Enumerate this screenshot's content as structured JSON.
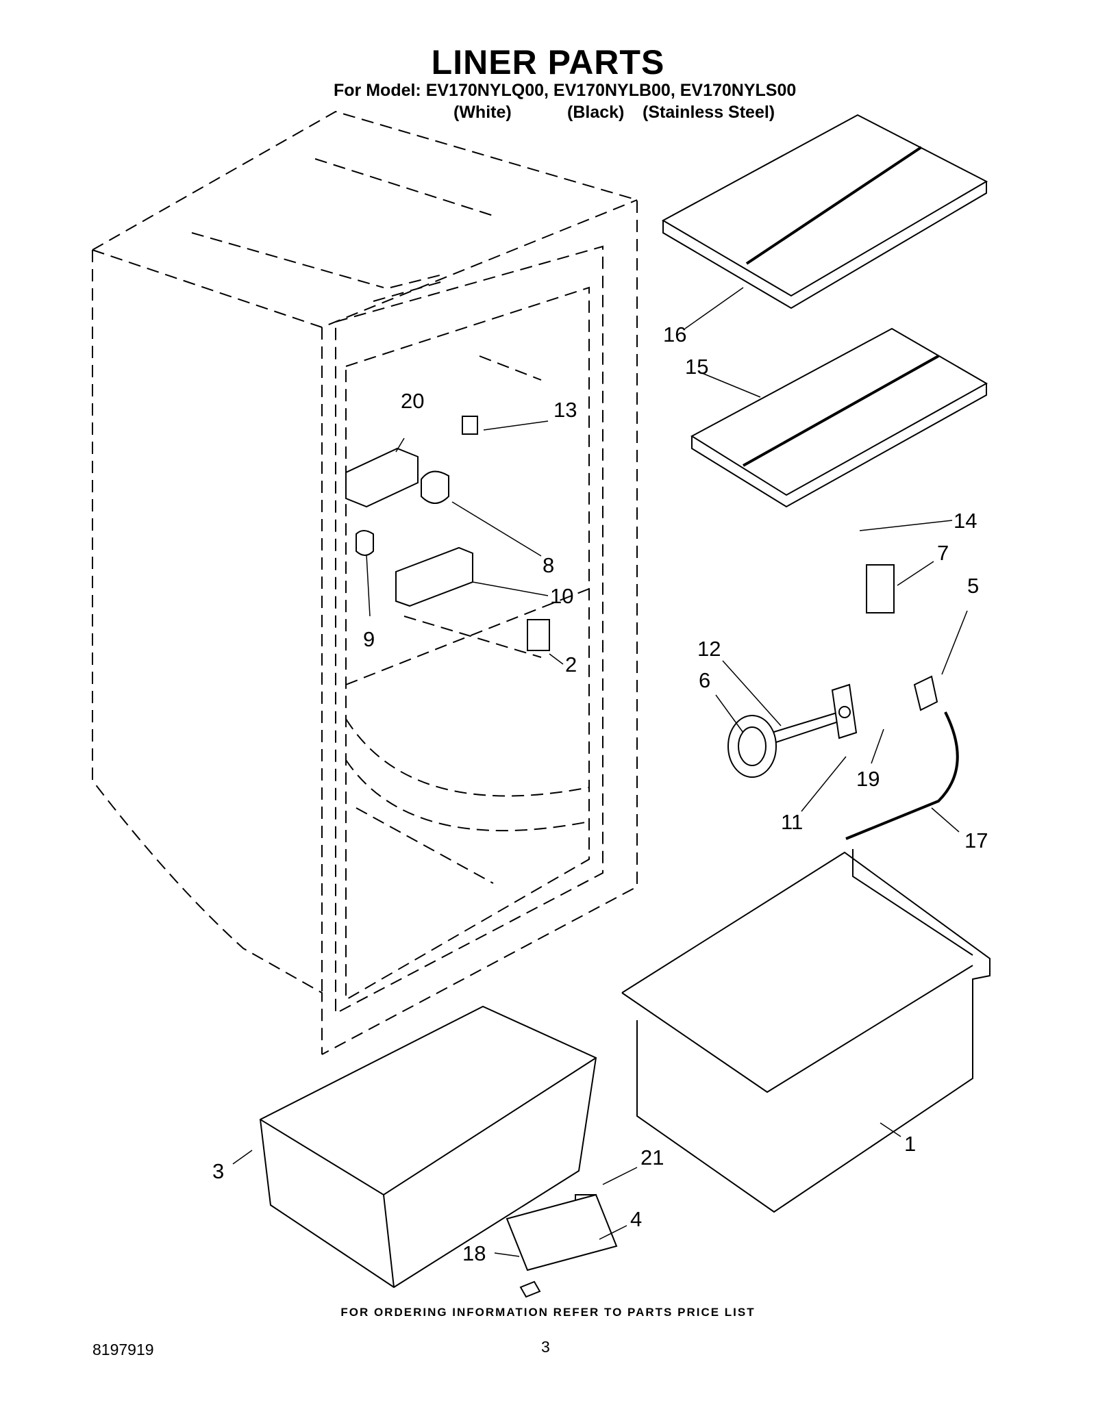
{
  "header": {
    "title": "LINER PARTS",
    "model_line": "For Model: EV170NYLQ00, EV170NYLB00, EV170NYLS00",
    "variants": [
      "(White)",
      "(Black)",
      "(Stainless Steel)"
    ]
  },
  "callouts": [
    "16",
    "15",
    "20",
    "13",
    "14",
    "7",
    "5",
    "8",
    "10",
    "9",
    "2",
    "12",
    "6",
    "19",
    "11",
    "17",
    "1",
    "3",
    "21",
    "4",
    "18"
  ],
  "footer": {
    "note": "FOR ORDERING INFORMATION REFER TO PARTS PRICE LIST",
    "doc_number": "8197919",
    "page_number": "3"
  }
}
